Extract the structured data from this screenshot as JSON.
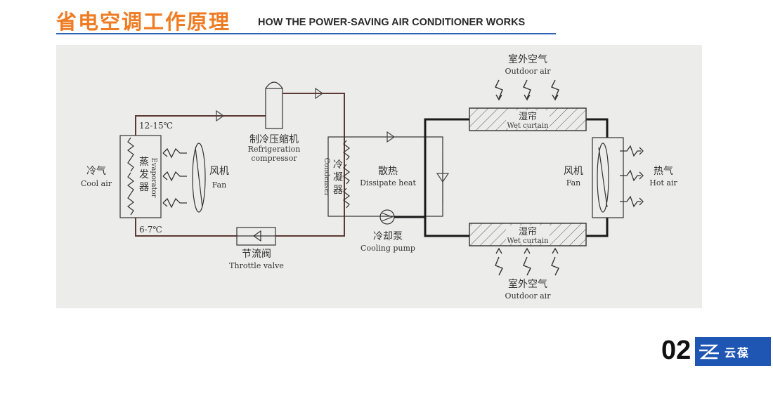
{
  "header": {
    "title_cn": "省电空调工作原理",
    "title_en": "HOW THE POWER-SAVING AIR CONDITIONER WORKS",
    "accent_color": "#ef7b22",
    "rule_color": "#2f63b5"
  },
  "diagram": {
    "temp_top": "12-15℃",
    "temp_bottom": "6-7℃",
    "cool_air_cn": "冷气",
    "cool_air_en": "Cool air",
    "evaporator_cn": [
      "蒸",
      "发",
      "器"
    ],
    "evaporator_en": "Evaporator",
    "fan_left_cn": "风机",
    "fan_left_en": "Fan",
    "compressor_cn": "制冷压缩机",
    "compressor_en_1": "Refrigeration",
    "compressor_en_2": "compressor",
    "condenser_cn": [
      "冷",
      "凝",
      "器"
    ],
    "condenser_en": "Condenser",
    "dissipate_cn": "散热",
    "dissipate_en": "Dissipate heat",
    "pump_cn": "冷却泵",
    "pump_en": "Cooling pump",
    "throttle_cn": "节流阀",
    "throttle_en": "Throttle valve",
    "outdoor_top_cn": "室外空气",
    "outdoor_top_en": "Outdoor air",
    "wet_top_cn": "湿帘",
    "wet_top_en": "Wet curtain",
    "wet_bottom_cn": "湿帘",
    "wet_bottom_en": "Wet curtain",
    "outdoor_bottom_cn": "室外空气",
    "outdoor_bottom_en": "Outdoor air",
    "fan_right_cn": "风机",
    "fan_right_en": "Fan",
    "hot_air_cn": "热气",
    "hot_air_en": "Hot air"
  },
  "footer": {
    "page_number": "02",
    "logo_text": "云葆",
    "logo_color": "#1f56b3"
  }
}
